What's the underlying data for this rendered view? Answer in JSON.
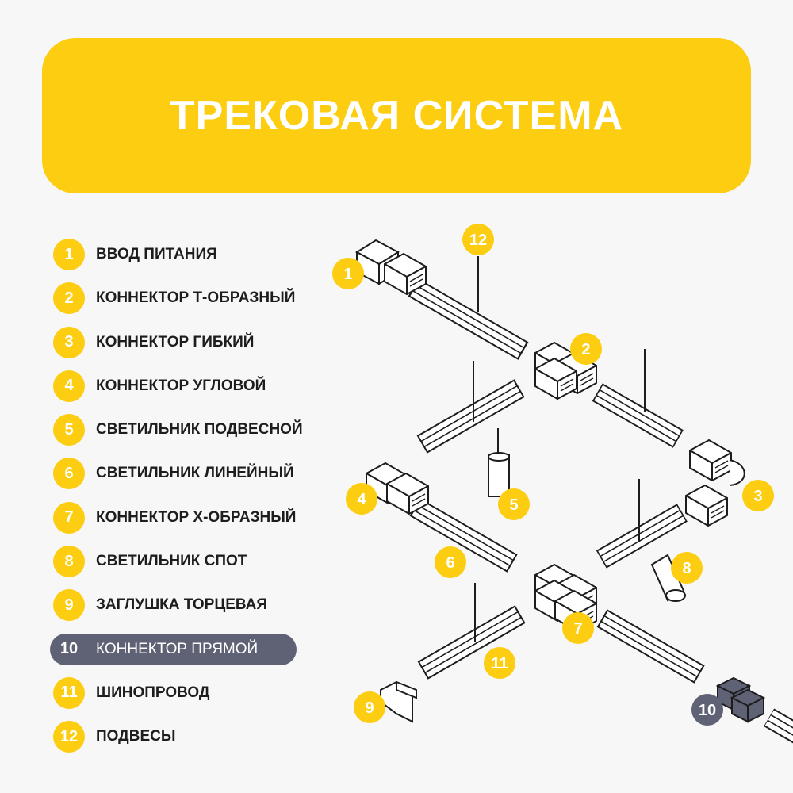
{
  "title": "ТРЕКОВАЯ СИСТЕМА",
  "legend": [
    {
      "num": "1",
      "label": "ВВОД ПИТАНИЯ"
    },
    {
      "num": "2",
      "label": "КОННЕКТОР Т-ОБРАЗНЫЙ"
    },
    {
      "num": "3",
      "label": "КОННЕКТОР ГИБКИЙ"
    },
    {
      "num": "4",
      "label": "КОННЕКТОР УГЛОВОЙ"
    },
    {
      "num": "5",
      "label": "СВЕТИЛЬНИК ПОДВЕСНОЙ"
    },
    {
      "num": "6",
      "label": "СВЕТИЛЬНИК ЛИНЕЙНЫЙ"
    },
    {
      "num": "7",
      "label": "КОННЕКТОР Х-ОБРАЗНЫЙ"
    },
    {
      "num": "8",
      "label": "СВЕТИЛЬНИК СПОТ"
    },
    {
      "num": "9",
      "label": "ЗАГЛУШКА ТОРЦЕВАЯ"
    },
    {
      "num": "10",
      "label": "КОННЕКТОР ПРЯМОЙ"
    },
    {
      "num": "11",
      "label": "ШИНОПРОВОД"
    },
    {
      "num": "12",
      "label": "ПОДВЕСЫ"
    }
  ],
  "highlighted": "10",
  "callouts": [
    "1",
    "2",
    "3",
    "4",
    "5",
    "6",
    "7",
    "8",
    "9",
    "10",
    "11",
    "12"
  ],
  "colors": {
    "accent": "#fccd10",
    "highlight": "#5f6175",
    "line": "#1d1d1d",
    "background": "#f7f7f7"
  }
}
